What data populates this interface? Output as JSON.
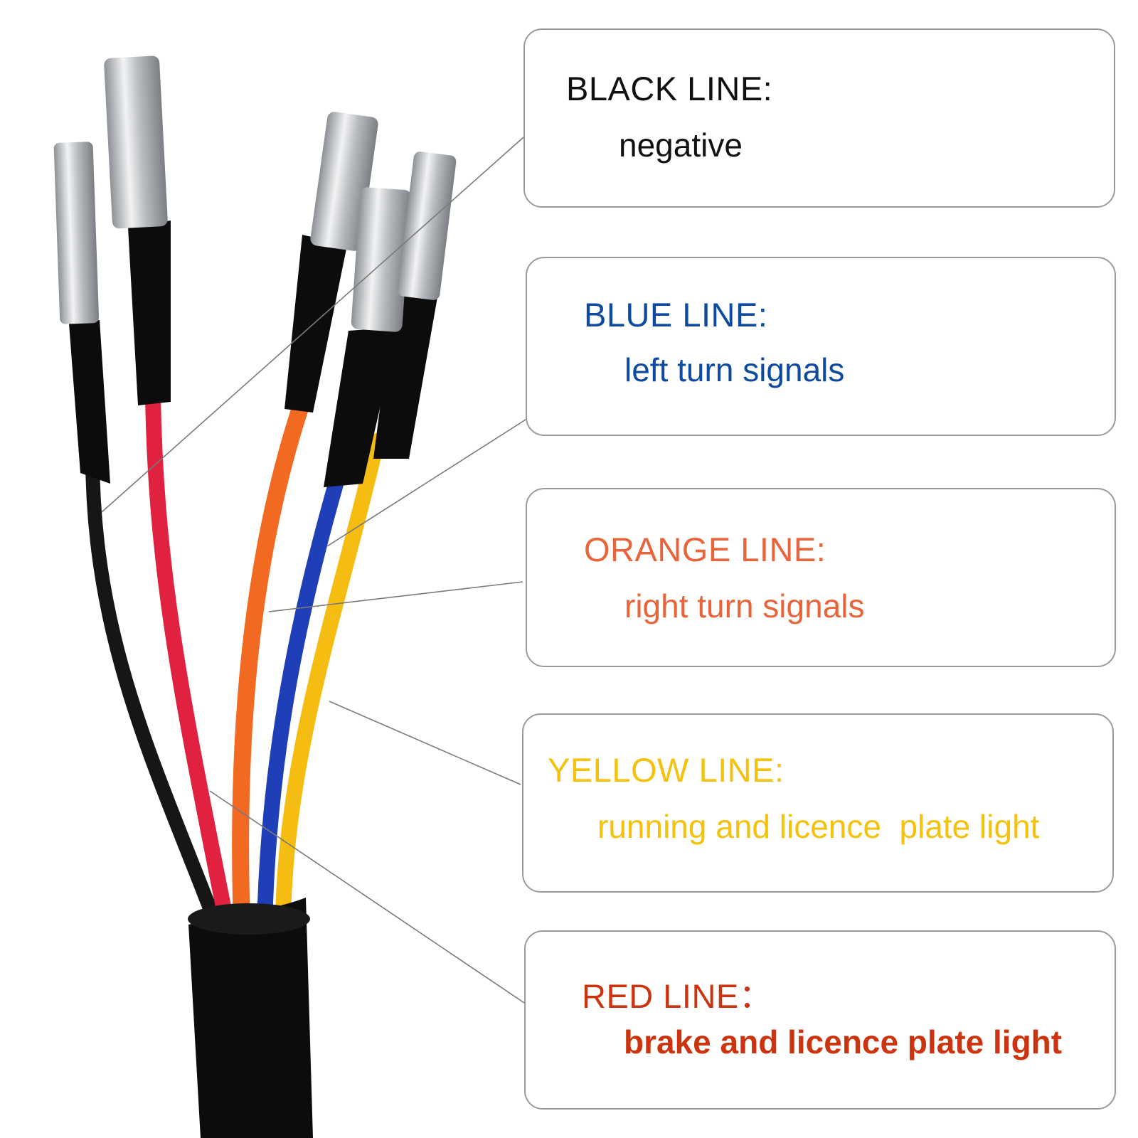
{
  "colors": {
    "black_line": "#111111",
    "blue_line": "#0d4aa0",
    "orange_line": "#e8643a",
    "yellow_line": "#f4c20d",
    "red_line": "#cc3410",
    "card_border": "#9a9a9a",
    "leader_line": "#7a7a7a"
  },
  "wires": {
    "black": "#161616",
    "red": "#e0213f",
    "orange": "#f26a22",
    "blue": "#1f3fb8",
    "yellow": "#f5bd12",
    "sheath": "#0c0c0c",
    "terminal": "#c9ccd0"
  },
  "legend": [
    {
      "title": "BLACK LINE:",
      "description": "negative"
    },
    {
      "title": "BLUE LINE:",
      "description": "left turn signals"
    },
    {
      "title": "ORANGE LINE:",
      "description": "right turn signals"
    },
    {
      "title": "YELLOW LINE:",
      "description": "running and licence  plate light"
    },
    {
      "title": "RED LINE：",
      "description": "brake and licence plate light"
    }
  ]
}
